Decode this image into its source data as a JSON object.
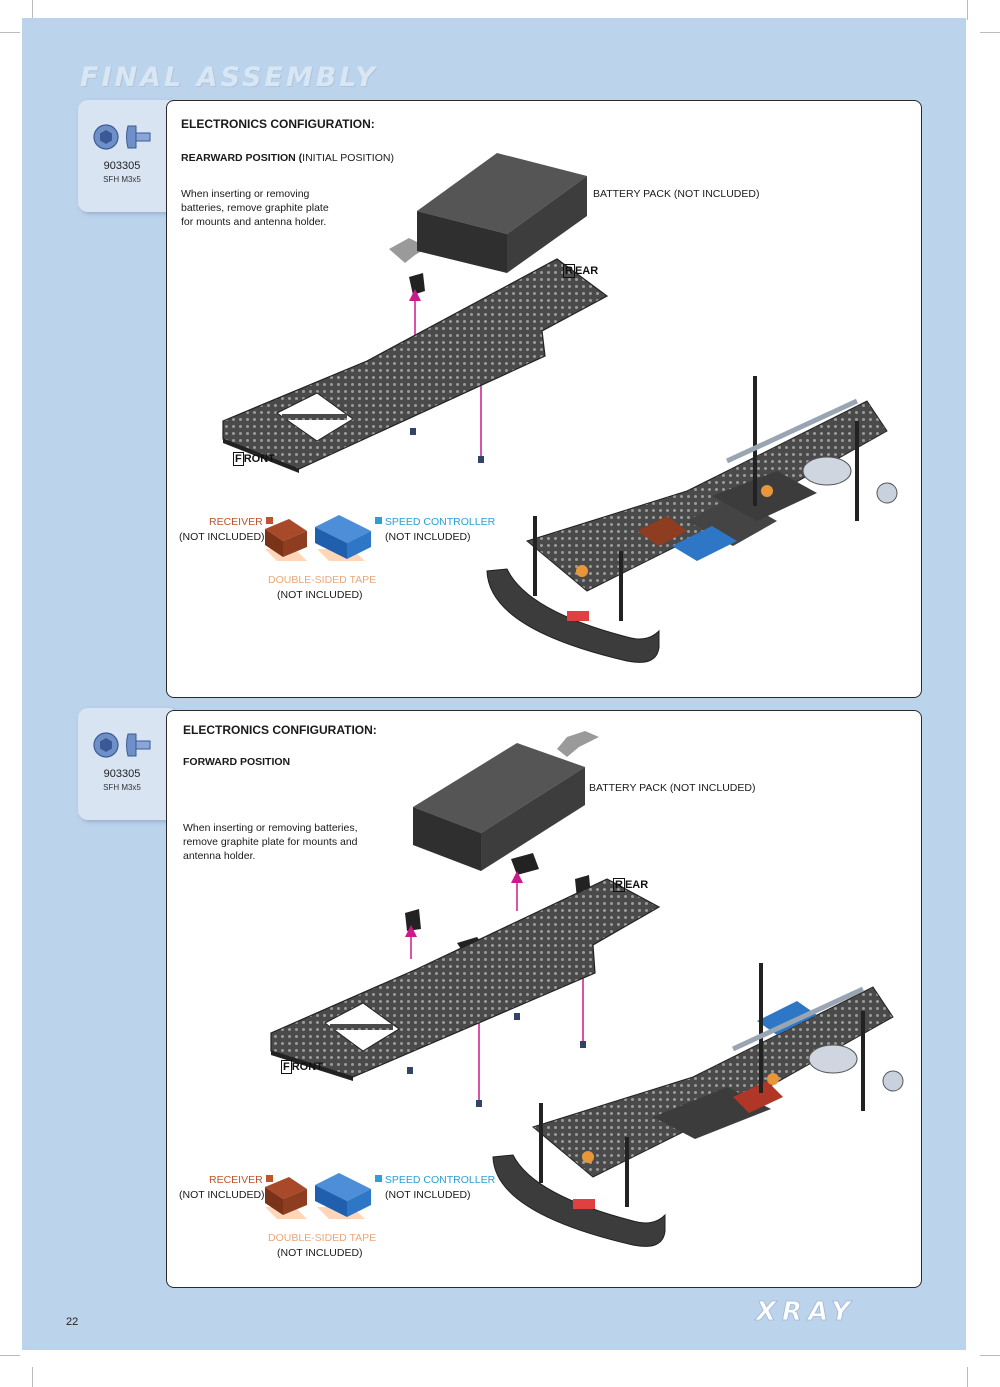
{
  "page": {
    "section_title": "FINAL ASSEMBLY",
    "page_number": "22",
    "brand": "XRAY"
  },
  "steps": [
    {
      "part": {
        "code": "903305",
        "desc": "SFH M3x5",
        "icon": "screw-icon"
      },
      "heading": "ELECTRONICS CONFIGURATION:",
      "subheading_bold": "REARWARD POSITION (",
      "subheading_normal": "INITIAL POSITION)",
      "note": "When inserting or removing batteries, remove graphite plate for mounts and antenna holder.",
      "battery_label": "BATTERY PACK (NOT INCLUDED)",
      "rear_label_first": "R",
      "rear_label_rest": "EAR",
      "front_label_first": "F",
      "front_label_rest": "RONT",
      "receiver_label": "RECEIVER",
      "receiver_sub": "(NOT INCLUDED)",
      "speed_label": "SPEED CONTROLLER",
      "speed_sub": "(NOT INCLUDED)",
      "tape_label": "DOUBLE-SIDED TAPE",
      "tape_sub": "(NOT INCLUDED)"
    },
    {
      "part": {
        "code": "903305",
        "desc": "SFH M3x5",
        "icon": "screw-icon"
      },
      "heading": "ELECTRONICS CONFIGURATION:",
      "subheading_bold": "FORWARD POSITION",
      "note": "When inserting or removing batteries, remove graphite plate for mounts and antenna holder.",
      "battery_label": "BATTERY PACK (NOT INCLUDED)",
      "rear_label_first": "R",
      "rear_label_rest": "EAR",
      "front_label_first": "F",
      "front_label_rest": "RONT",
      "receiver_label": "RECEIVER",
      "receiver_sub": "(NOT INCLUDED)",
      "speed_label": "SPEED CONTROLLER",
      "speed_sub": "(NOT INCLUDED)",
      "tape_label": "DOUBLE-SIDED TAPE",
      "tape_sub": "(NOT INCLUDED)"
    }
  ],
  "colors": {
    "background": "#bcd3ec",
    "receiver": "#c2522a",
    "speed_controller": "#2aa0d6",
    "tape": "#e8a77b",
    "arrow": "#cc1a8c"
  }
}
